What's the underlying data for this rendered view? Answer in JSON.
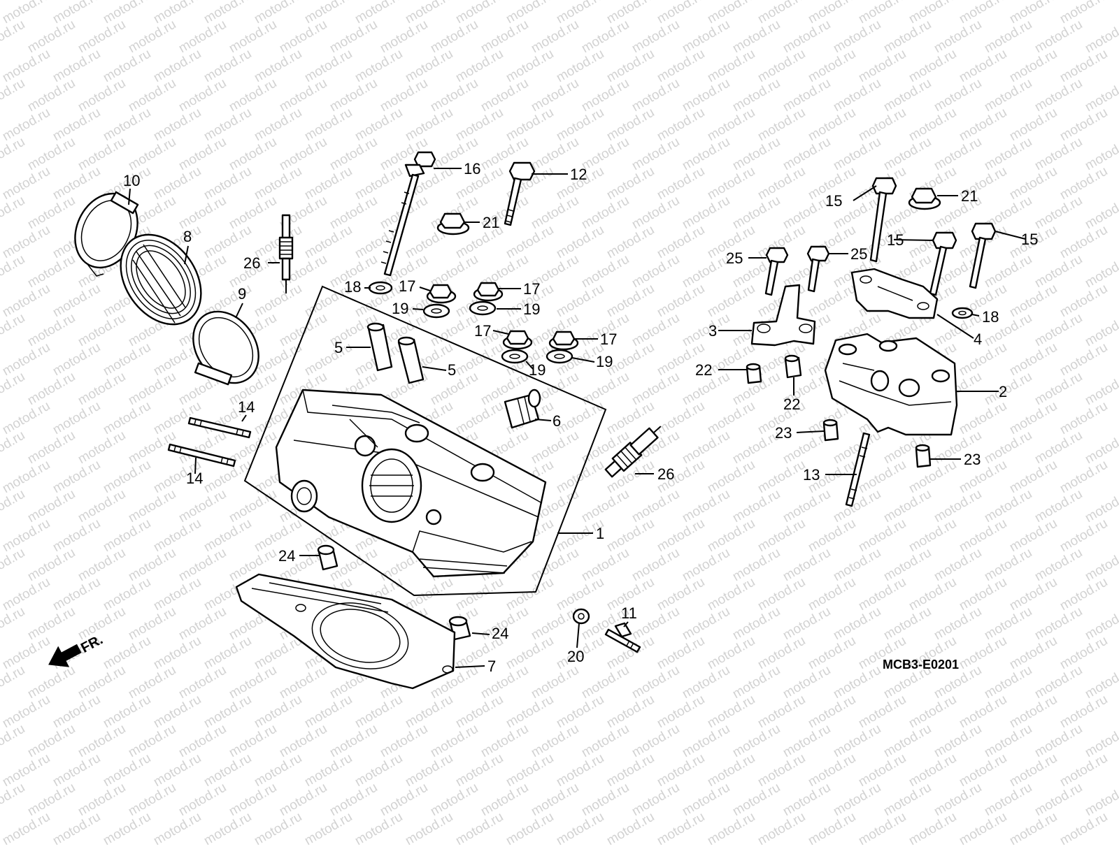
{
  "watermark": "motod.ru",
  "diagram_code": "MCB3-E0201",
  "front_arrow_label": "FR.",
  "callouts": {
    "c1": "1",
    "c2": "2",
    "c3": "3",
    "c4": "4",
    "c5a": "5",
    "c5b": "5",
    "c6": "6",
    "c7": "7",
    "c8": "8",
    "c9": "9",
    "c10": "10",
    "c11": "11",
    "c12": "12",
    "c13": "13",
    "c14a": "14",
    "c14b": "14",
    "c15a": "15",
    "c15b": "15",
    "c15c": "15",
    "c16": "16",
    "c17a": "17",
    "c17b": "17",
    "c17c": "17",
    "c17d": "17",
    "c18a": "18",
    "c18b": "18",
    "c19a": "19",
    "c19b": "19",
    "c19c": "19",
    "c19d": "19",
    "c20": "20",
    "c21a": "21",
    "c21b": "21",
    "c22a": "22",
    "c22b": "22",
    "c23a": "23",
    "c23b": "23",
    "c24a": "24",
    "c24b": "24",
    "c25a": "25",
    "c25b": "25",
    "c26a": "26",
    "c26b": "26"
  }
}
